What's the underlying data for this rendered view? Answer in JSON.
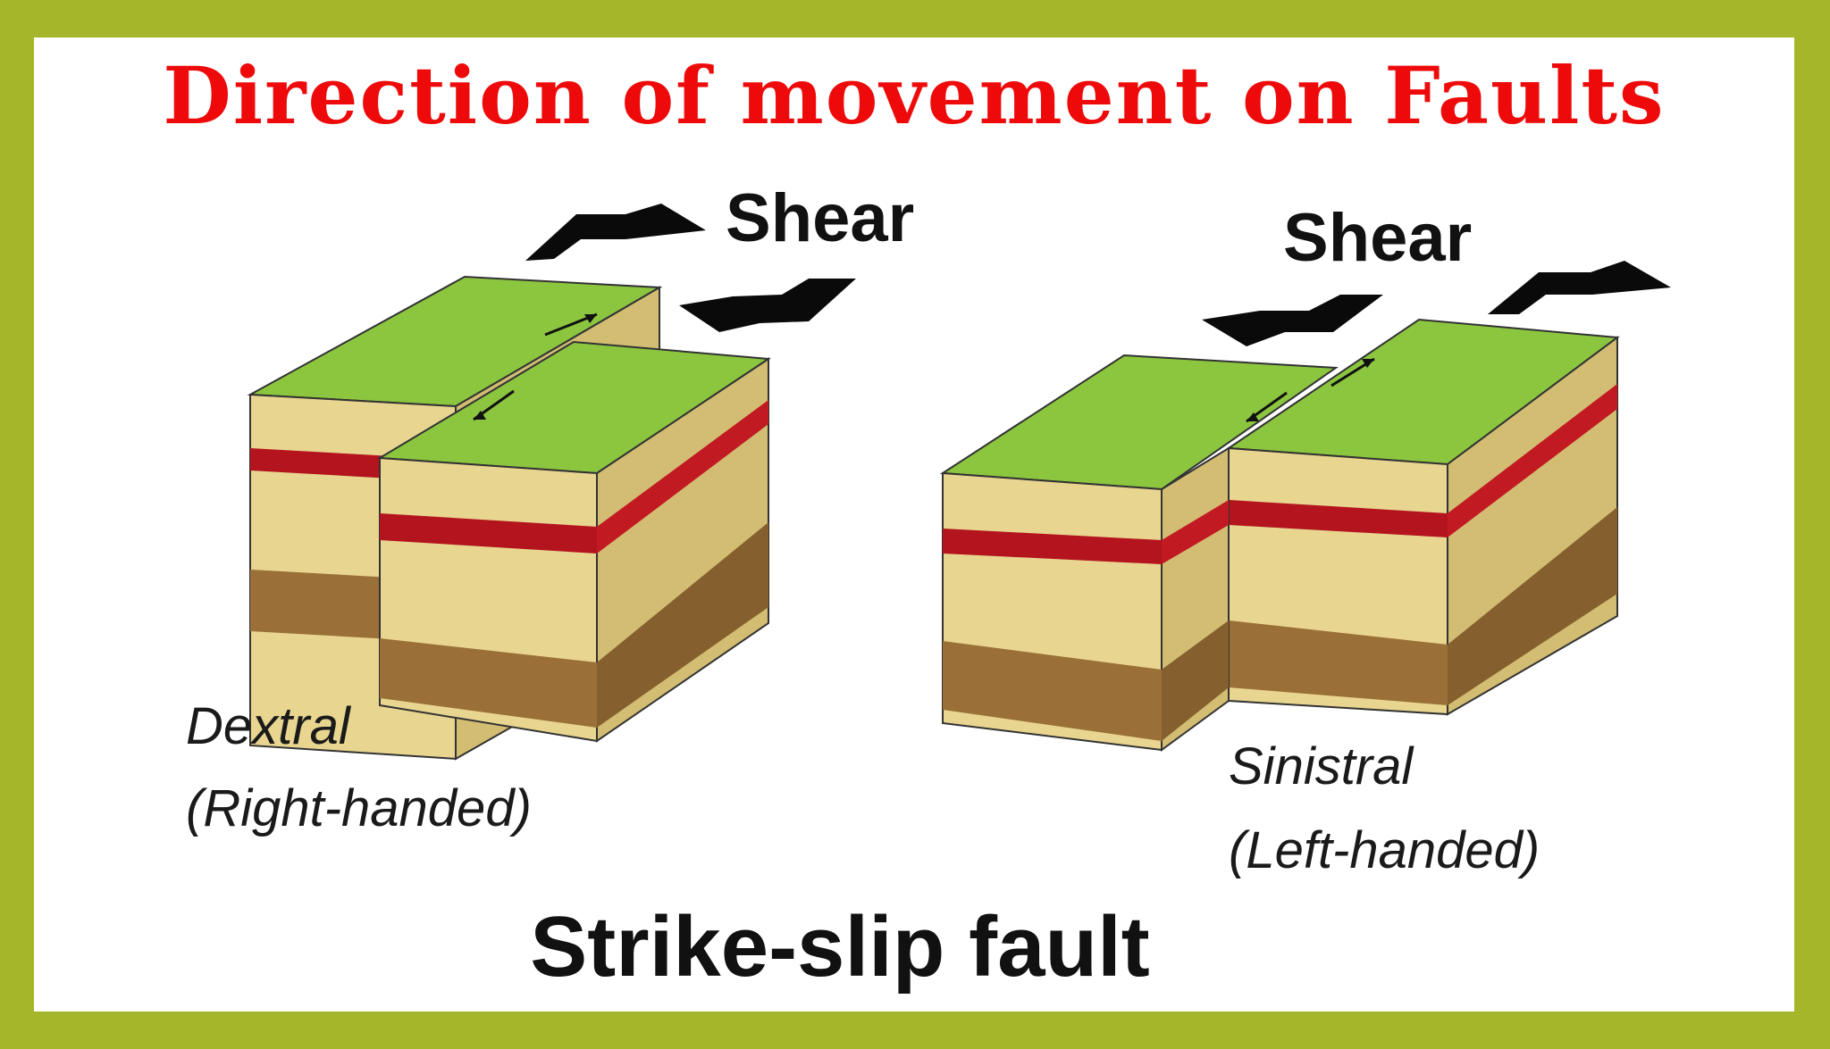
{
  "title": "Direction of movement on Faults",
  "diagram": {
    "left_block": {
      "shear_label": "Shear",
      "caption_line1": "Dextral",
      "caption_line2": "(Right-handed)"
    },
    "right_block": {
      "shear_label": "Shear",
      "caption_line1": "Sinistral",
      "caption_line2": "(Left-handed)"
    },
    "footer_label": "Strike-slip fault"
  },
  "colors": {
    "border": "#a5b62a",
    "title": "#ee0a0a",
    "top_green": "#8cc63f",
    "sand_front": "#e8d590",
    "sand_side": "#d2bd73",
    "red_band_front": "#b3141e",
    "red_band_side": "#c21a22",
    "brown_front": "#9a7038",
    "brown_side": "#85602e"
  }
}
